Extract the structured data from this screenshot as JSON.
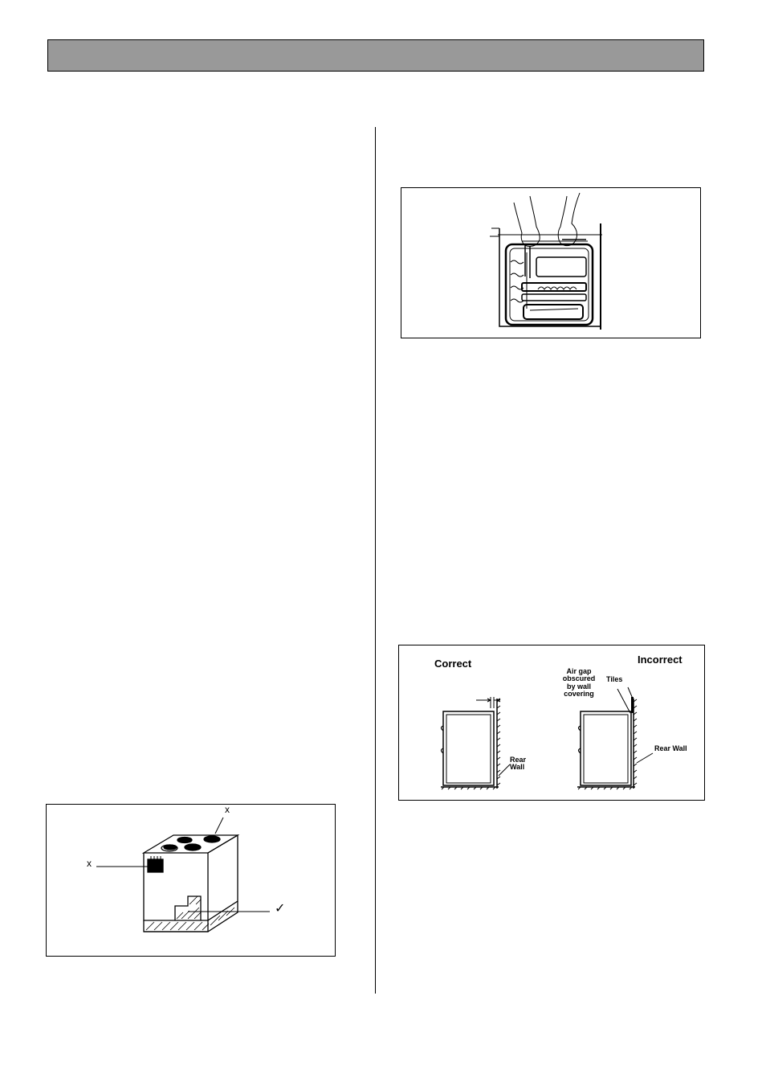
{
  "header": {
    "title": ""
  },
  "figure_lift": {},
  "figure_gap": {
    "correct_label": "Correct",
    "incorrect_label": "Incorrect",
    "air_gap_label": "Air gap\nobscured\nby wall\ncovering",
    "tiles_label": "Tiles",
    "rear_wall_left_label": "Rear\nWall",
    "rear_wall_right_label": "Rear Wall"
  },
  "figure_cooker": {
    "mark_x_top": "x",
    "mark_x_left": "x",
    "mark_check": "✓"
  }
}
